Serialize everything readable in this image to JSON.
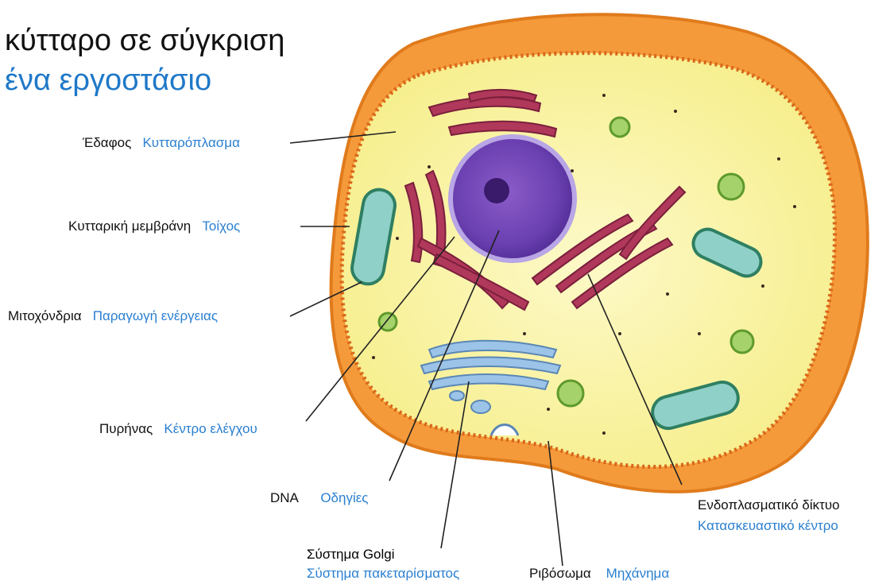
{
  "title": {
    "line1": "κύτταρο σε σύγκριση",
    "line2": "ένα εργοστάσιο"
  },
  "colors": {
    "title_accent": "#1f78c8",
    "label_accent": "#2a7fd0"
  },
  "labels": {
    "cytoplasm": {
      "term": "Έδαφος",
      "analogy": "Κυτταρόπλασμα"
    },
    "membrane": {
      "term": "Κυτταρική μεμβράνη",
      "analogy": "Τοίχος"
    },
    "mitochondria": {
      "term": "Μιτοχόνδρια",
      "analogy": "Παραγωγή ενέργειας"
    },
    "nucleus": {
      "term": "Πυρήνας",
      "analogy": "Κέντρο ελέγχου"
    },
    "dna": {
      "term": "DNA",
      "analogy": "Οδηγίες"
    },
    "golgi": {
      "term": "Σύστημα Golgi",
      "analogy": "Σύστημα πακεταρίσματος"
    },
    "ribosome": {
      "term": "Ριβόσωμα",
      "analogy": "Μηχάνημα"
    },
    "er": {
      "term": "Ενδοπλασματικό δίκτυο",
      "analogy": "Κατασκευαστικό κέντρο"
    }
  }
}
